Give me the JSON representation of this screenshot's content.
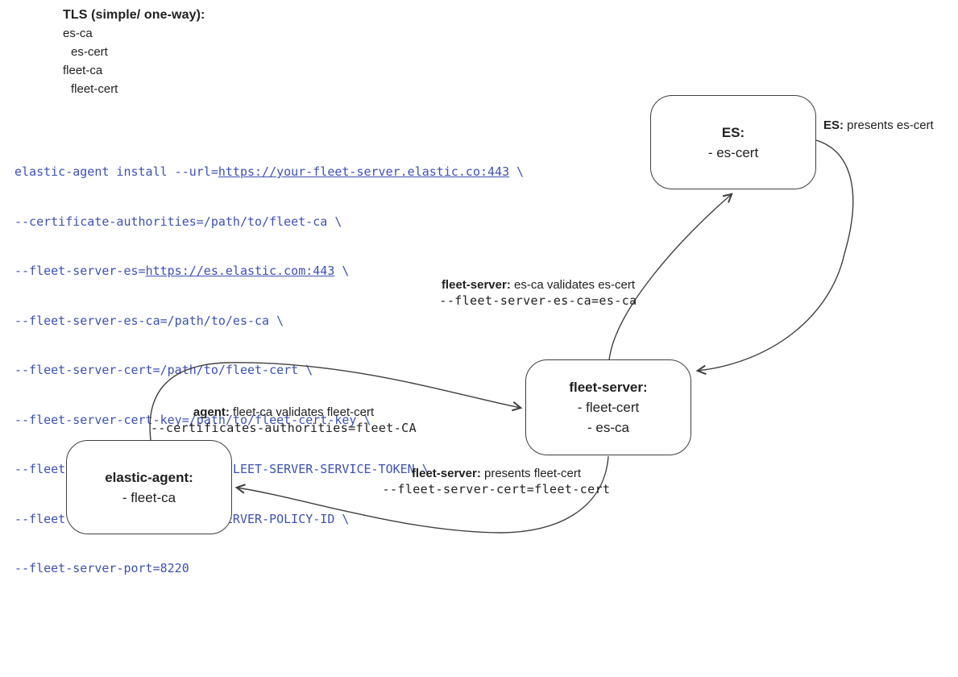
{
  "tls_header": {
    "title": "TLS (simple/ one-way):",
    "items": [
      "es-ca",
      "es-cert",
      "fleet-ca",
      "fleet-cert"
    ]
  },
  "command": {
    "lines": [
      {
        "pre": "elastic-agent install --url=",
        "link": "https://your-fleet-server.elastic.co:443",
        "post": " \\"
      },
      {
        "pre": "--certificate-authorities=/path/to/fleet-ca \\"
      },
      {
        "pre": "--fleet-server-es=",
        "link": "https://es.elastic.com:443",
        "post": " \\"
      },
      {
        "pre": "--fleet-server-es-ca=/path/to/es-ca \\"
      },
      {
        "pre": "--fleet-server-cert=/path/to/fleet-cert \\"
      },
      {
        "pre": "--fleet-server-cert-key=/path/to/fleet-cert-key \\"
      },
      {
        "pre": "--fleet-server-service-token=FLEET-SERVER-SERVICE-TOKEN \\"
      },
      {
        "pre": "--fleet-server-policy=FLEET-SERVER-POLICY-ID \\"
      },
      {
        "pre": "--fleet-server-port=8220"
      }
    ]
  },
  "boxes": {
    "es": {
      "title": "ES:",
      "lines": [
        "- es-cert"
      ]
    },
    "fleet_server": {
      "title": "fleet-server:",
      "lines": [
        "- fleet-cert",
        "- es-ca"
      ]
    },
    "elastic_agent": {
      "title": "elastic-agent:",
      "lines": [
        "- fleet-ca"
      ]
    }
  },
  "labels": {
    "es_presents": {
      "bold": "ES:",
      "text": " presents es-cert"
    },
    "fleet_validates": {
      "bold": "fleet-server:",
      "text": " es-ca validates es-cert",
      "mono": "--fleet-server-es-ca=es-ca"
    },
    "agent_validates": {
      "bold": "agent:",
      "text": " fleet-ca validates fleet-cert",
      "mono": "--certificates-authorities=fleet-CA"
    },
    "fleet_presents": {
      "bold": "fleet-server:",
      "text": " presents fleet-cert",
      "mono": "--fleet-server-cert=fleet-cert"
    }
  },
  "colors": {
    "command_text": "#3d51b5",
    "ink": "#212121",
    "diagram_stroke": "#3f3f3f",
    "background": "#ffffff"
  }
}
